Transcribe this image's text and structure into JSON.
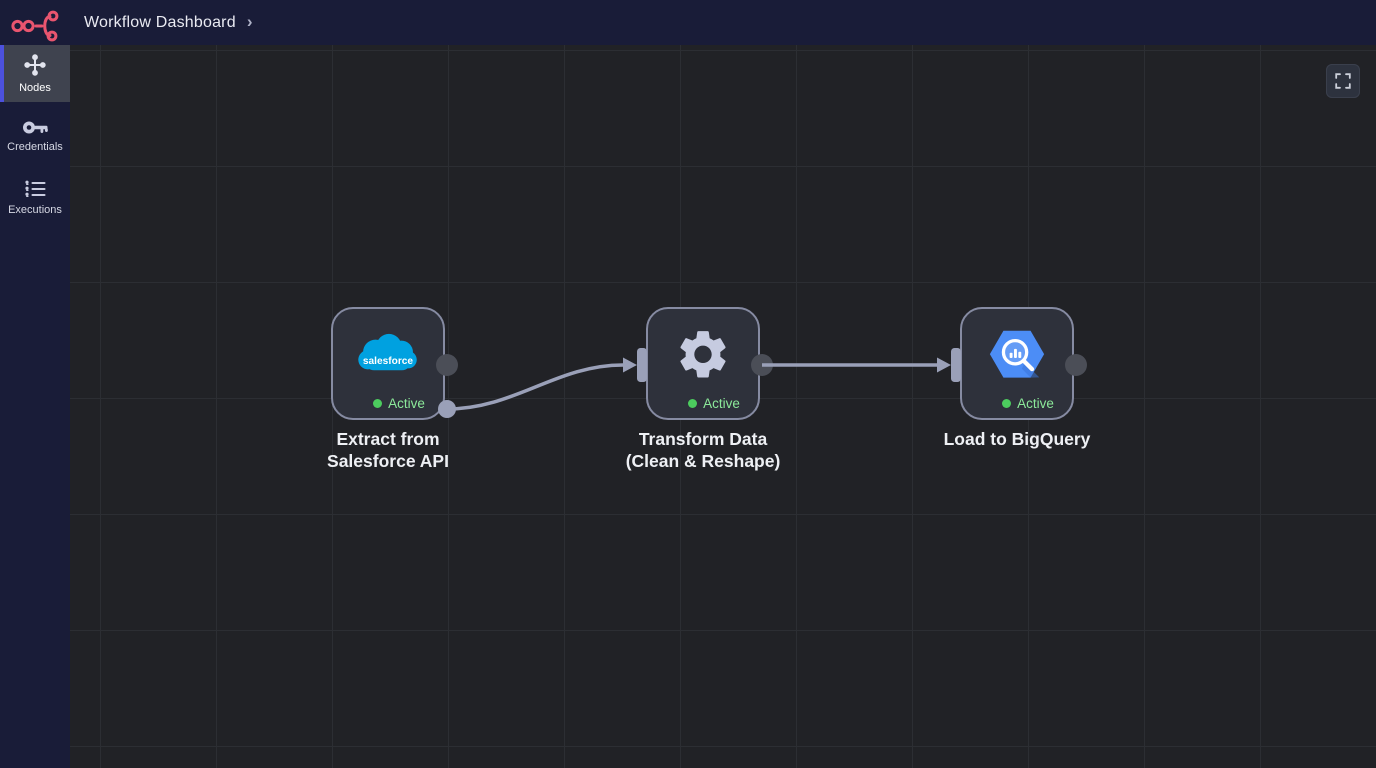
{
  "header": {
    "breadcrumb": "Workflow Dashboard",
    "chevron": "›",
    "logo_icon": "workflow-logo-icon"
  },
  "sidebar": {
    "items": [
      {
        "label": "Nodes",
        "icon": "nodes-icon",
        "active": true
      },
      {
        "label": "Credentials",
        "icon": "key-icon",
        "active": false
      },
      {
        "label": "Executions",
        "icon": "list-icon",
        "active": false
      }
    ]
  },
  "canvas": {
    "fullscreen_button_icon": "fullscreen-icon",
    "nodes": [
      {
        "title": "Extract from\nSalesforce API",
        "icon": "salesforce-icon",
        "logo_text": "salesforce",
        "status": "Active"
      },
      {
        "title": "Transform Data\n(Clean & Reshape)",
        "icon": "gear-icon",
        "status": "Active"
      },
      {
        "title": "Load to BigQuery",
        "icon": "bigquery-icon",
        "status": "Active"
      }
    ],
    "connections": [
      {
        "from": "Extract from Salesforce API",
        "to": "Transform Data (Clean & Reshape)"
      },
      {
        "from": "Transform Data (Clean & Reshape)",
        "to": "Load to BigQuery"
      }
    ]
  },
  "colors": {
    "topbar_bg": "#191c38",
    "canvas_bg": "#212226",
    "grid_line": "#2c2e33",
    "logo_coral": "#e9556f",
    "sidebar_accent": "#4c51dd",
    "node_border": "#868ba2",
    "node_fill": "#2e313b",
    "connection": "#9aa0b8",
    "port_gray": "#4b4e57",
    "status_green": "#8ce99a",
    "status_dot_green": "#4ccc5e",
    "salesforce_blue": "#00a1e0",
    "bigquery_blue": "#4c8df6"
  }
}
